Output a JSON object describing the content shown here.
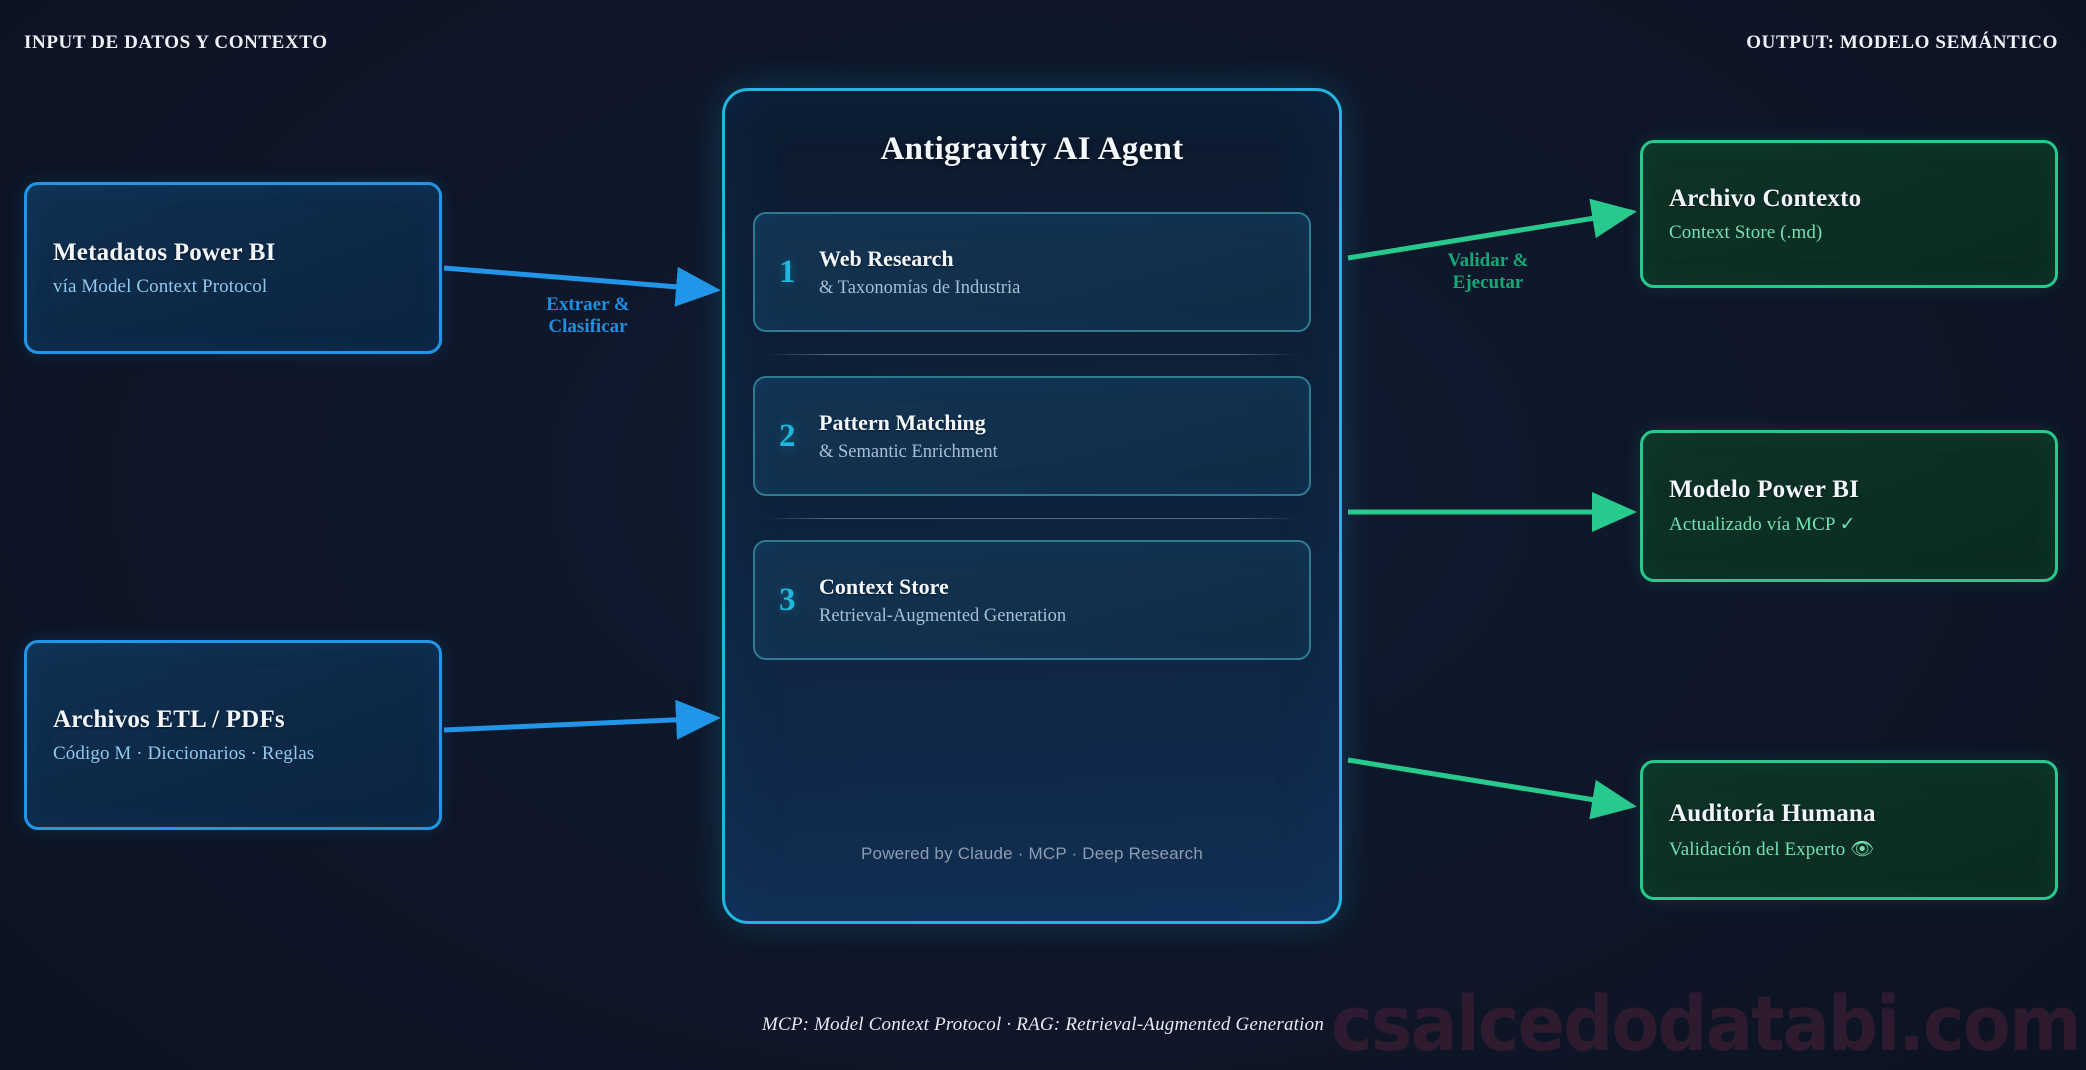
{
  "headers": {
    "input": "INPUT DE DATOS Y CONTEXTO",
    "output": "OUTPUT: MODELO SEMÁNTICO"
  },
  "colors": {
    "background": "#0d1526",
    "input_accent": "#2196e8",
    "output_accent": "#27c98d",
    "agent_accent": "#21b6e0",
    "step_number": "#1fb7dd",
    "watermark": "#662442"
  },
  "inputs": [
    {
      "title": "Metadatos Power BI",
      "subtitle": "vía Model Context Protocol"
    },
    {
      "title": "Archivos ETL / PDFs",
      "subtitle": "Código M · Diccionarios · Reglas"
    }
  ],
  "agent": {
    "title": "Antigravity AI Agent",
    "watermark": "csalcedodatabi.com",
    "footnote": "Powered by Claude · MCP · Deep Research",
    "steps": [
      {
        "number": "1",
        "title": "Web Research",
        "subtitle": "& Taxonomías de Industria"
      },
      {
        "number": "2",
        "title": "Pattern Matching",
        "subtitle": "& Semantic Enrichment"
      },
      {
        "number": "3",
        "title": "Context Store",
        "subtitle": "Retrieval-Augmented Generation"
      }
    ]
  },
  "outputs": [
    {
      "title": "Archivo Contexto",
      "subtitle": "Context Store (.md)"
    },
    {
      "title": "Modelo Power BI",
      "subtitle": "Actualizado vía MCP ✓"
    },
    {
      "title": "Auditoría Humana",
      "subtitle": "Validación del Experto 👁"
    }
  ],
  "edges": {
    "input_label": "Extraer &\nClasificar",
    "output_label": "Validar &\nEjecutar"
  },
  "footer": {
    "legend": "MCP: Model Context Protocol · RAG: Retrieval-Augmented Generation",
    "watermark": "csalcedodatabi.com"
  }
}
